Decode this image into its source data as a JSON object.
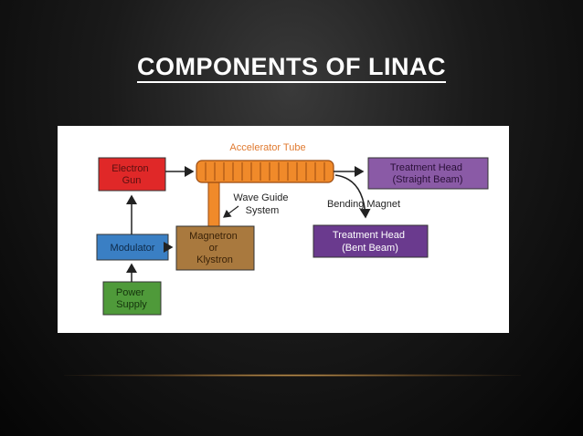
{
  "slide": {
    "title": "COMPONENTS OF LINAC"
  },
  "diagram": {
    "accelerator_tube_label": "Accelerator Tube",
    "wave_guide_label": [
      "Wave Guide",
      "System"
    ],
    "bending_magnet_label": "Bending Magnet",
    "boxes": {
      "electron_gun": [
        "Electron",
        "Gun"
      ],
      "modulator": [
        "Modulator"
      ],
      "power_supply": [
        "Power",
        "Supply"
      ],
      "magnetron": [
        "Magnetron",
        "or",
        "Klystron"
      ],
      "treatment_head_straight": [
        "Treatment Head",
        "(Straight Beam)"
      ],
      "treatment_head_bent": [
        "Treatment Head",
        "(Bent Beam)"
      ]
    },
    "colors": {
      "electron_gun": "#e02828",
      "modulator": "#3a7fc4",
      "power_supply": "#4f9a3a",
      "magnetron": "#a9793e",
      "treatment_head_straight": "#8a5aa6",
      "treatment_head_bent": "#6a3a8e",
      "tube": "#f08a2a",
      "tube_label": "#e07a30"
    }
  }
}
